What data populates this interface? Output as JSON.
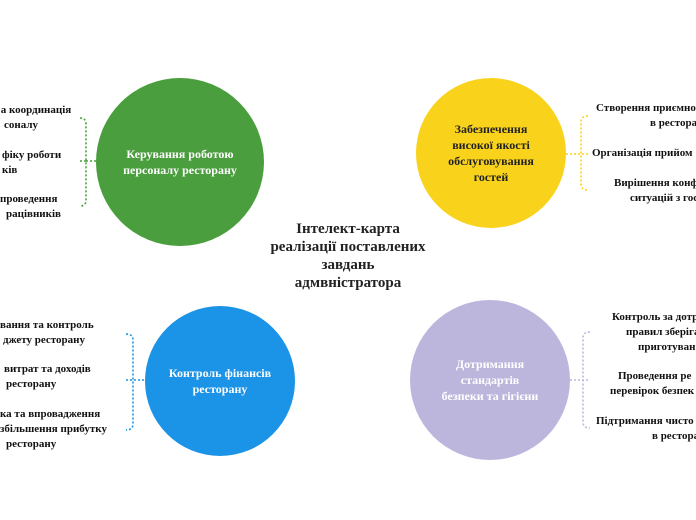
{
  "center": {
    "line1": "Інтелект-карта",
    "line2": "реалізації поставлених",
    "line3": "завдань",
    "line4": "адмвністратора"
  },
  "branches": {
    "staff": {
      "color": "#4a9e3d",
      "line1": "Керування роботою",
      "line2": "персоналу ресторану",
      "items": [
        {
          "line1": "а координація",
          "line2": "соналу"
        },
        {
          "line1": "фіку роботи",
          "line2": "ків"
        },
        {
          "line1": "проведення",
          "line2": "рацівників"
        }
      ]
    },
    "quality": {
      "color": "#f9d21b",
      "line1": "Забезпечення",
      "line2": "високої якості",
      "line3": "обслуговування",
      "line4": "гостей",
      "items": [
        {
          "line1": "Створення приємно",
          "line2": "в ресторан"
        },
        {
          "line1": "Організація прийом",
          "line2": ""
        },
        {
          "line1": "Вирішення конф",
          "line2": "ситуацій з гос"
        }
      ]
    },
    "finance": {
      "color": "#1b93e6",
      "line1": "Контроль фінансів",
      "line2": "ресторану",
      "items": [
        {
          "line1": "вання та контроль",
          "line2": "джету ресторану",
          "line3": ""
        },
        {
          "line1": "витрат та доходів",
          "line2": "ресторану",
          "line3": ""
        },
        {
          "line1": "ка та впровадження",
          "line2": "збільшення прибутку",
          "line3": "ресторану"
        }
      ]
    },
    "safety": {
      "color": "#bcb6dd",
      "line1": "Дотримання",
      "line2": "стандартів",
      "line3": "безпеки та гігієни",
      "items": [
        {
          "line1": "Контроль за дотр",
          "line2": "правил зберіга",
          "line3": "приготуван"
        },
        {
          "line1": "Проведення ре",
          "line2": "перевірок безпек",
          "line3": ""
        },
        {
          "line1": "Підтримання чисто",
          "line2": "в рестора",
          "line3": ""
        }
      ]
    }
  }
}
